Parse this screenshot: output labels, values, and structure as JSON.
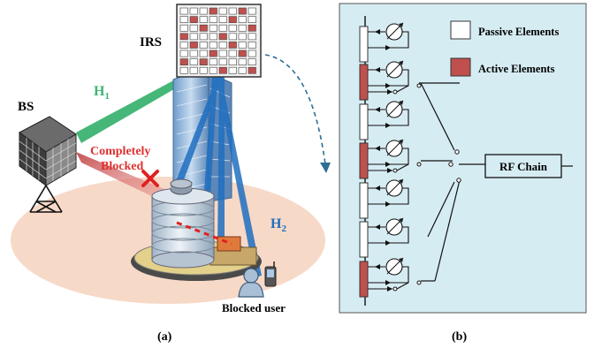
{
  "left_panel": {
    "bs_label": "BS",
    "irs_label": "IRS",
    "h1_main": "H",
    "h1_sub": "1",
    "h2_main": "H",
    "h2_sub": "2",
    "blocked_line1": "Completely",
    "blocked_line2": "Blocked",
    "user_label": "Blocked user",
    "caption": "(a)"
  },
  "right_panel": {
    "legend_passive": "Passive Elements",
    "legend_active": "Active Elements",
    "rf_chain": "RF Chain",
    "caption": "(b)"
  },
  "colors": {
    "panel_bg": "#d6ecf3",
    "active": "#c0504d",
    "passive": "#ffffff",
    "h1_beam": "#3cb371",
    "h2_beam": "#1f6fc0",
    "blocked_text": "#e03030",
    "ground": "#f7d9c8"
  },
  "irs_grid": {
    "rows": 8,
    "cols": 8,
    "active_cells": [
      [
        0,
        3
      ],
      [
        0,
        6
      ],
      [
        1,
        1
      ],
      [
        1,
        5
      ],
      [
        2,
        2
      ],
      [
        2,
        7
      ],
      [
        3,
        0
      ],
      [
        3,
        4
      ],
      [
        4,
        1
      ],
      [
        4,
        5
      ],
      [
        5,
        3
      ],
      [
        5,
        6
      ],
      [
        6,
        0
      ],
      [
        6,
        2
      ],
      [
        7,
        4
      ],
      [
        7,
        7
      ]
    ]
  },
  "elements": [
    "passive",
    "active",
    "passive",
    "active",
    "passive",
    "passive",
    "active"
  ]
}
